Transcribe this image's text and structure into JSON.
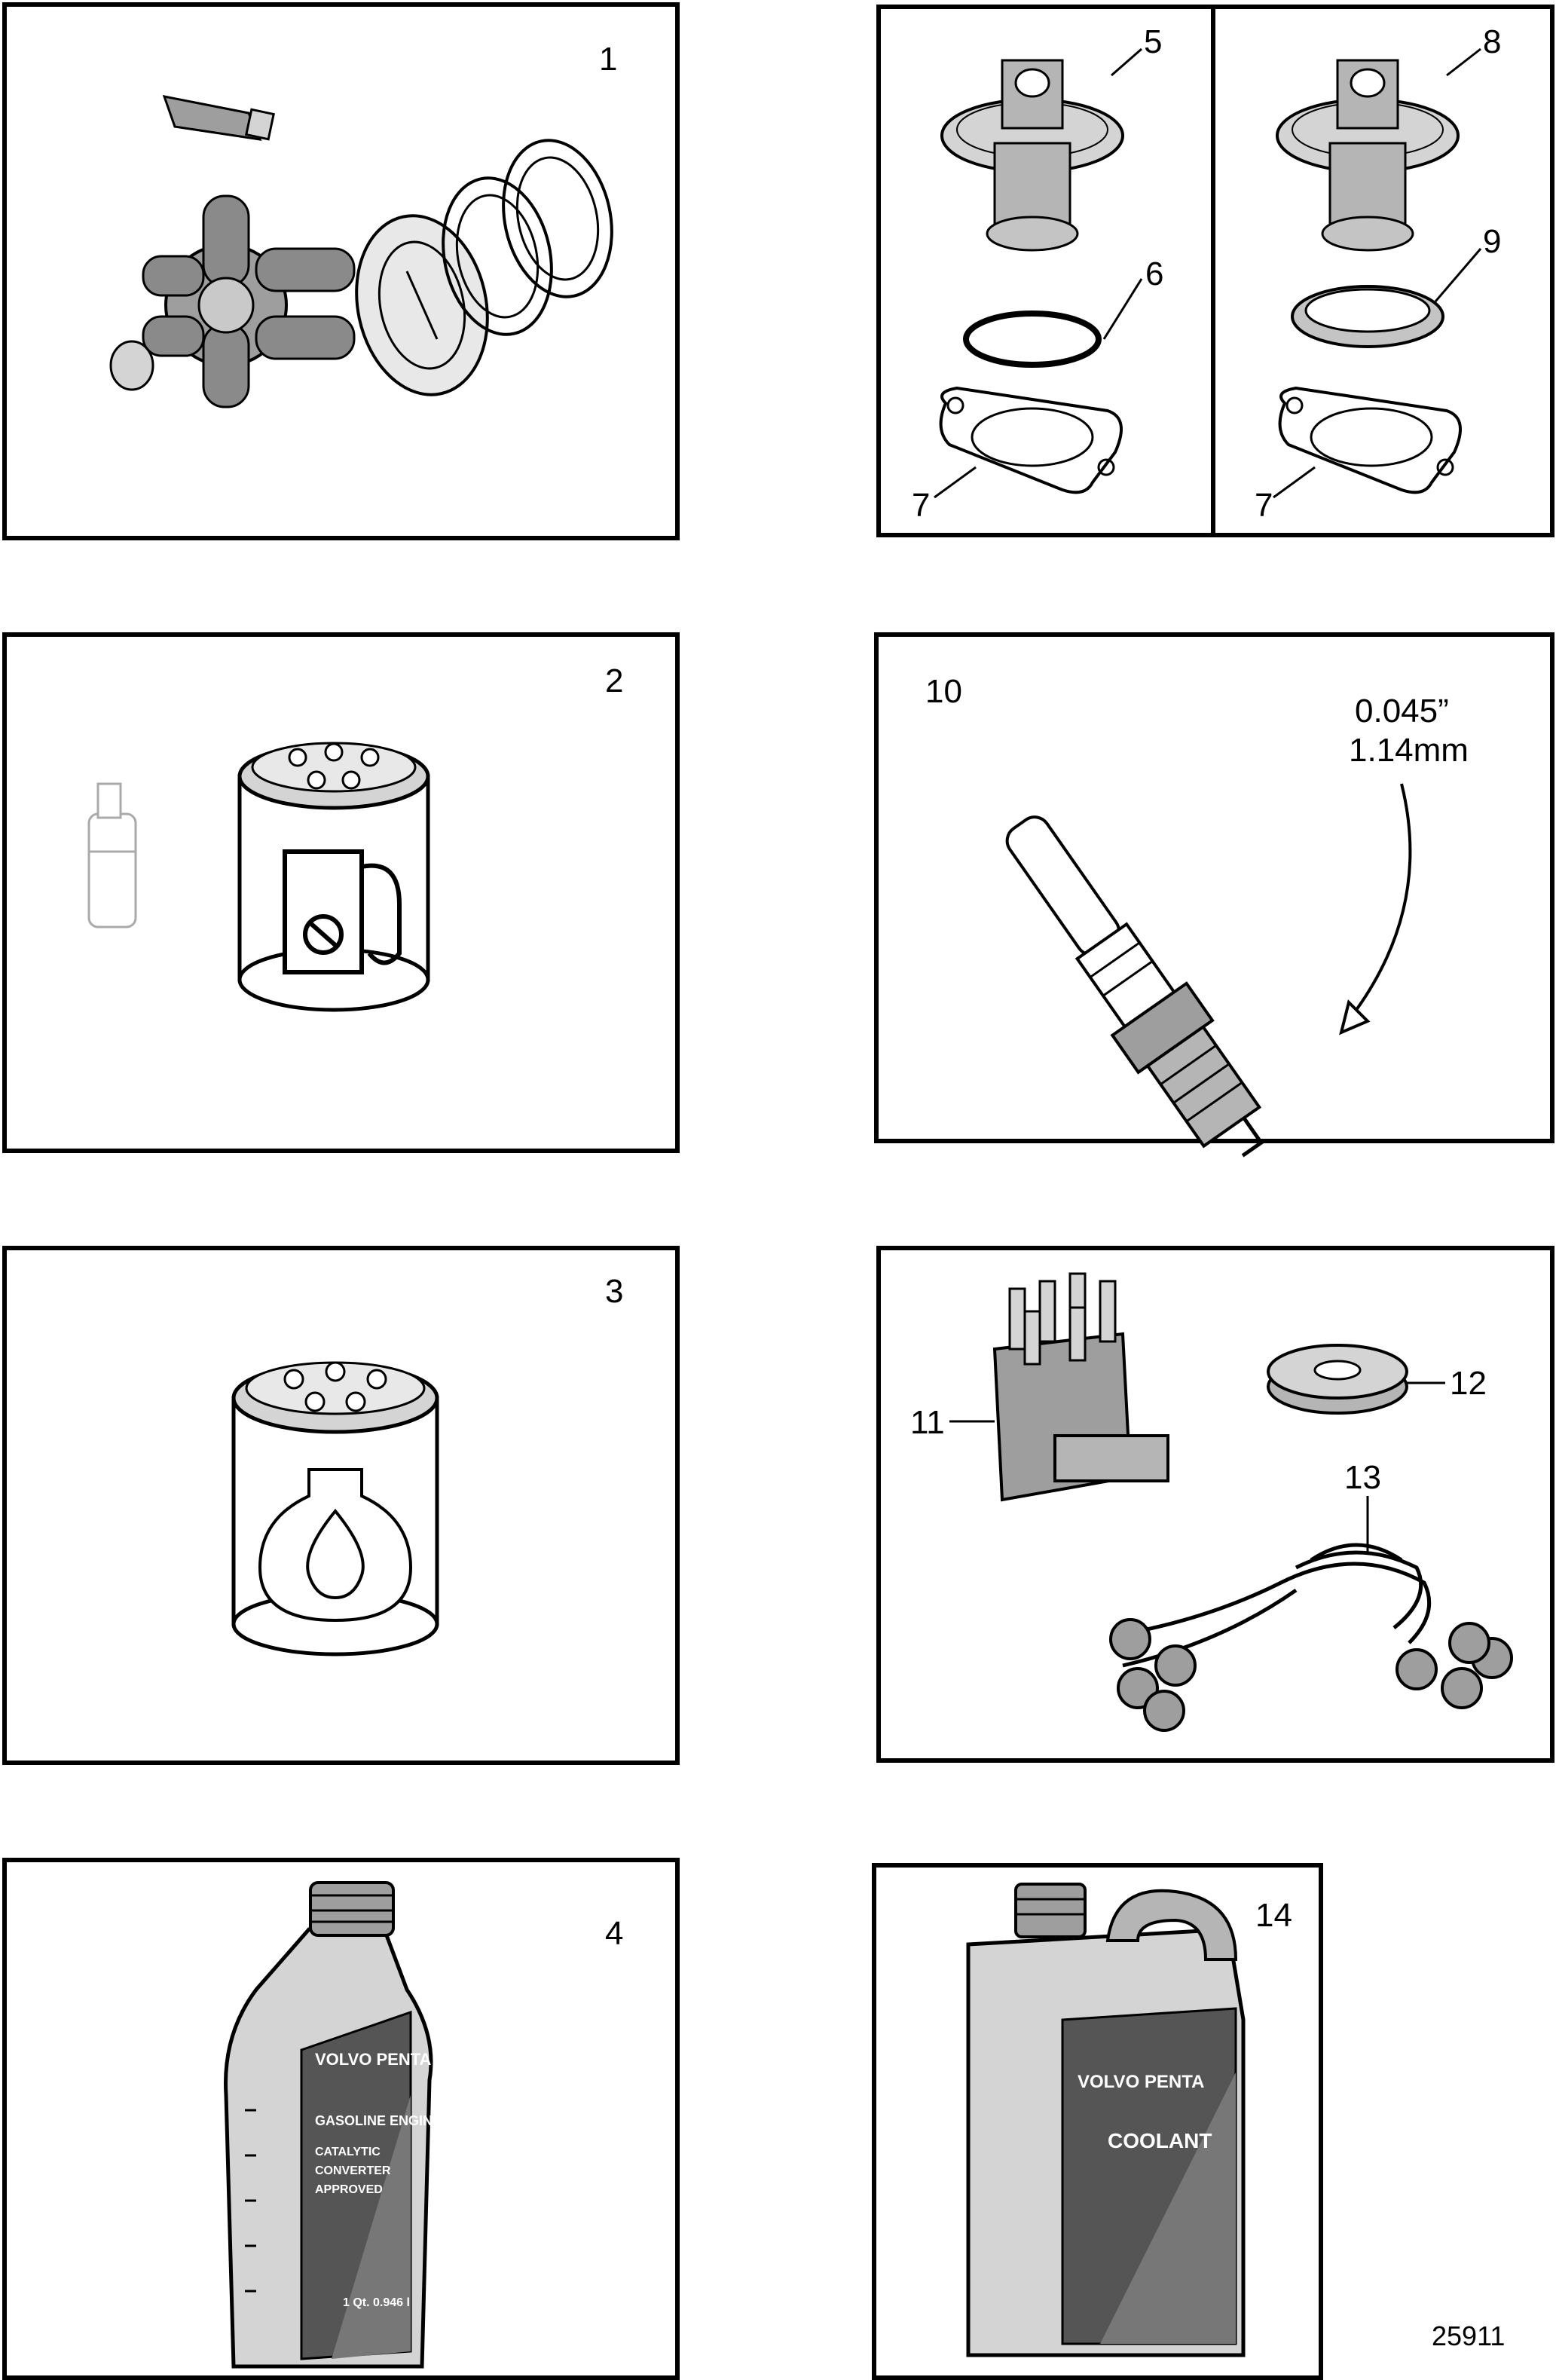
{
  "labels": {
    "p1": "1",
    "p2": "2",
    "p3": "3",
    "p4": "4",
    "p5": "5",
    "p6": "6",
    "p7a": "7",
    "p7b": "7",
    "p8": "8",
    "p9": "9",
    "p10": "10",
    "p11": "11",
    "p12": "12",
    "p13": "13",
    "p14": "14"
  },
  "spark_gap": {
    "inch": "0.045”",
    "mm": "1.14mm"
  },
  "bottle_text": {
    "brand": "VOLVO PENTA",
    "product": "GASOLINE ENGINE OIL",
    "line1": "CATALYTIC",
    "line2": "CONVERTER",
    "line3": "APPROVED",
    "volume": "1 Qt. 0.946 l"
  },
  "jug_text": {
    "brand": "VOLVO PENTA",
    "product": "COOLANT"
  },
  "figure_ref": "25911",
  "colors": {
    "part_gray": "#9e9e9e",
    "light_gray": "#d4d4d4",
    "dark_gray": "#555555"
  }
}
